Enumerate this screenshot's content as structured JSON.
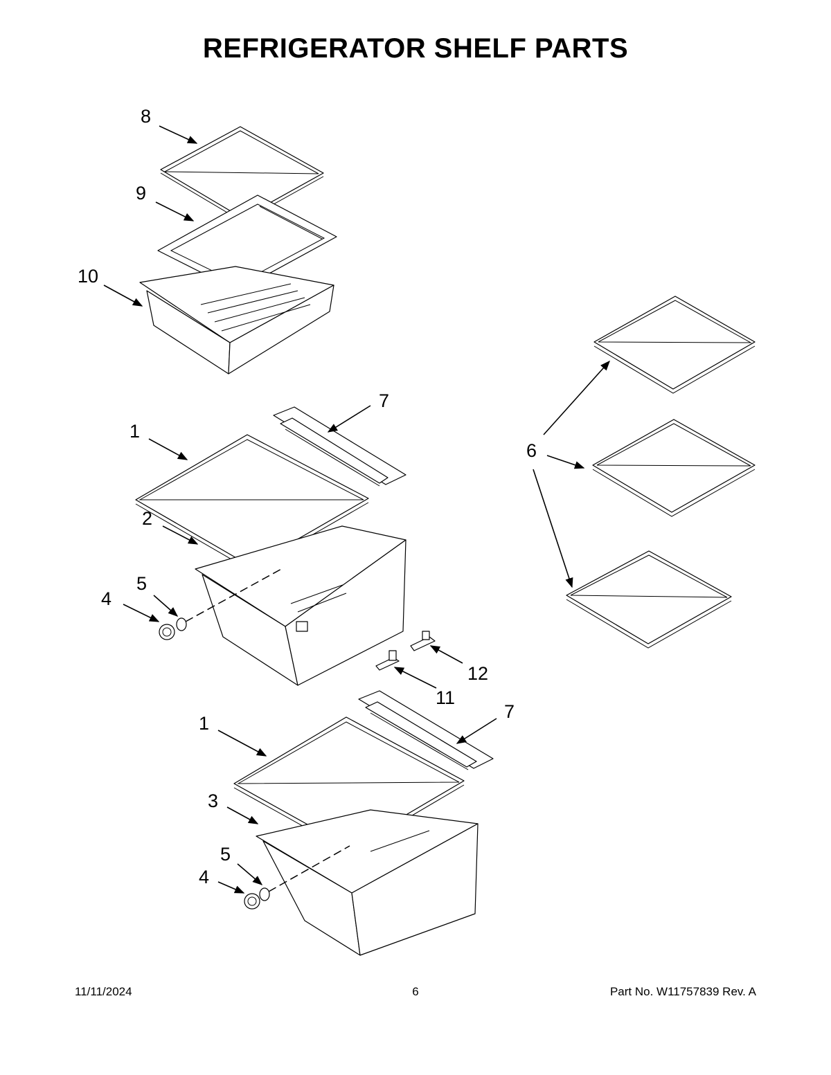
{
  "title": "REFRIGERATOR SHELF PARTS",
  "callouts": {
    "c8": "8",
    "c9": "9",
    "c10": "10",
    "c1a": "1",
    "c7a": "7",
    "c2": "2",
    "c5a": "5",
    "c4a": "4",
    "c6": "6",
    "c12": "12",
    "c11": "11",
    "c1b": "1",
    "c7b": "7",
    "c3": "3",
    "c5b": "5",
    "c4b": "4"
  },
  "footer": {
    "date": "11/11/2024",
    "page": "6",
    "part_number": "Part No.  W11757839  Rev.  A"
  }
}
